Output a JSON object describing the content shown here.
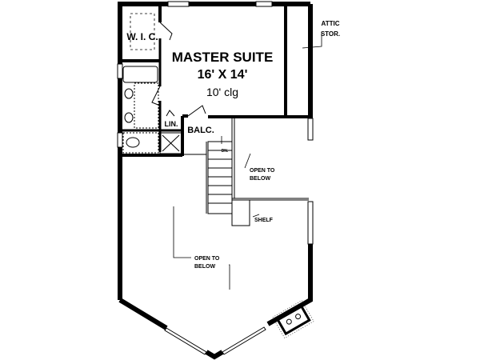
{
  "plan": {
    "rooms": {
      "wic": "W. I. C.",
      "master_title": "MASTER SUITE",
      "master_size": "16' X 14'",
      "master_ceiling": "10' clg",
      "attic_line1": "ATTIC",
      "attic_line2": "STOR.",
      "linen": "LIN.",
      "balcony": "BALC.",
      "stair_down": "DN.",
      "open1_line1": "OPEN TO",
      "open1_line2": "BELOW",
      "shelf": "SHELF",
      "open2_line1": "OPEN TO",
      "open2_line2": "BELOW"
    },
    "colors": {
      "line": "#000000",
      "background": "#ffffff"
    }
  }
}
